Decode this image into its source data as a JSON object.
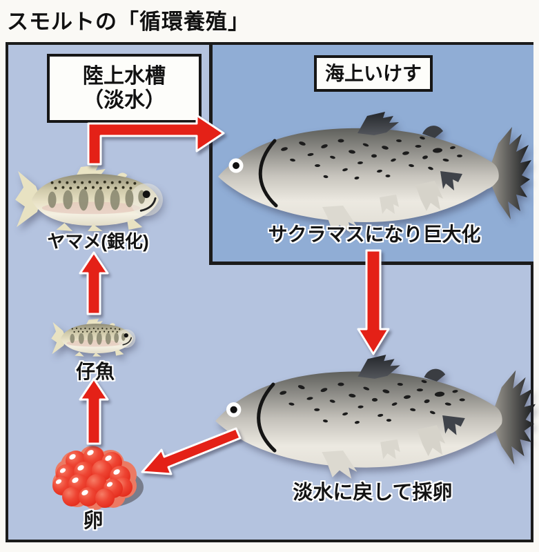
{
  "title": "スモルトの「循環養殖」",
  "labels": {
    "land_tank_line1": "陸上水槽",
    "land_tank_line2": "（淡水）",
    "sea_cage": "海上いけす"
  },
  "captions": {
    "sea_fish": "サクラマスになり巨大化",
    "bottom_fish": "淡水に戻して採卵",
    "yamame": "ヤマメ(銀化)",
    "fry": "仔魚",
    "egg": "卵"
  },
  "colors": {
    "outer_background": "#b4c3df",
    "sea_panel_background": "#90add5",
    "frame_border": "#1b1b1b",
    "arrow_red": "#e42117",
    "egg_red": "#e62c1e",
    "egg_rim": "#ec7a63",
    "yamame_body": "#e9e2c6",
    "salmon_dark": "#5f605c",
    "salmon_light": "#ece9e1"
  },
  "icons": {
    "big_salmon": "sakuramasu-salmon",
    "yamame": "yamame-smolt-fish",
    "fry": "fry-fish",
    "eggs": "salmon-egg-cluster"
  }
}
